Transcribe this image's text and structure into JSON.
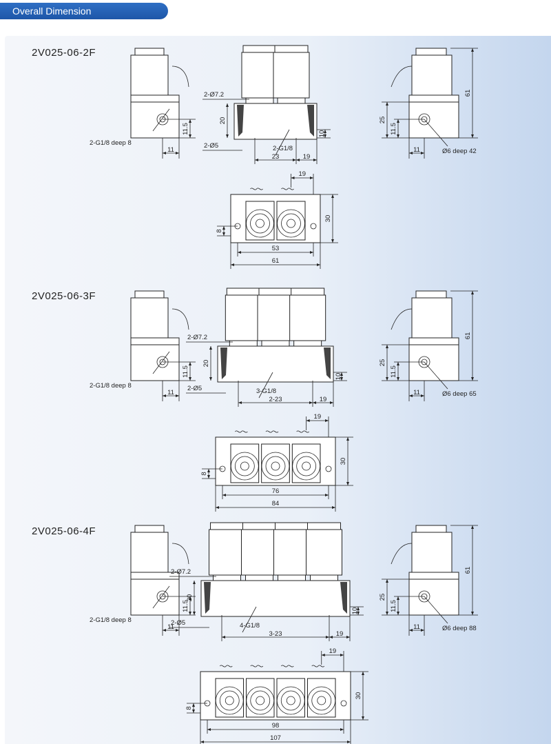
{
  "header": {
    "title": "Overall Dimension"
  },
  "colors": {
    "header": "#1d56a8",
    "panel": "#eaf0f8",
    "line": "#222222"
  },
  "sections": [
    {
      "model": "2V025-06-2F",
      "side_left": {
        "port": "2-G1/8 deep 8",
        "h1": "11.5",
        "w1": "11"
      },
      "front": {
        "mount_hole": "2-Ø7.2",
        "height": "20",
        "thread": "2-Ø5",
        "ports": "2-G1/8",
        "pitch": "23",
        "end": "19",
        "bottom": "10"
      },
      "side_right": {
        "height": "61",
        "h2": "25",
        "h1": "11.5",
        "w1": "11",
        "hole": "Ø6 deep 42"
      },
      "top": {
        "coil_offset": "19",
        "depth": "30",
        "hole_offset": "8",
        "inner": "53",
        "total": "61"
      }
    },
    {
      "model": "2V025-06-3F",
      "side_left": {
        "port": "2-G1/8 deep 8",
        "h1": "11.5",
        "w1": "11"
      },
      "front": {
        "mount_hole": "2-Ø7.2",
        "height": "20",
        "thread": "2-Ø5",
        "ports": "3-G1/8",
        "pitch": "2-23",
        "end": "19",
        "bottom": "10"
      },
      "side_right": {
        "height": "61",
        "h2": "25",
        "h1": "11.5",
        "w1": "11",
        "hole": "Ø6 deep 65"
      },
      "top": {
        "coil_offset": "19",
        "depth": "30",
        "hole_offset": "8",
        "inner": "76",
        "total": "84"
      }
    },
    {
      "model": "2V025-06-4F",
      "side_left": {
        "port": "2-G1/8 deep 8",
        "h1": "11.5",
        "w1": "11"
      },
      "front": {
        "mount_hole": "2-Ø7.2",
        "height": "20",
        "thread": "2-Ø5",
        "ports": "4-G1/8",
        "pitch": "3-23",
        "end": "19",
        "bottom": "10"
      },
      "side_right": {
        "height": "61",
        "h2": "25",
        "h1": "11.5",
        "w1": "11",
        "hole": "Ø6 deep 88"
      },
      "top": {
        "coil_offset": "19",
        "depth": "30",
        "hole_offset": "8",
        "inner": "98",
        "total": "107"
      }
    }
  ]
}
